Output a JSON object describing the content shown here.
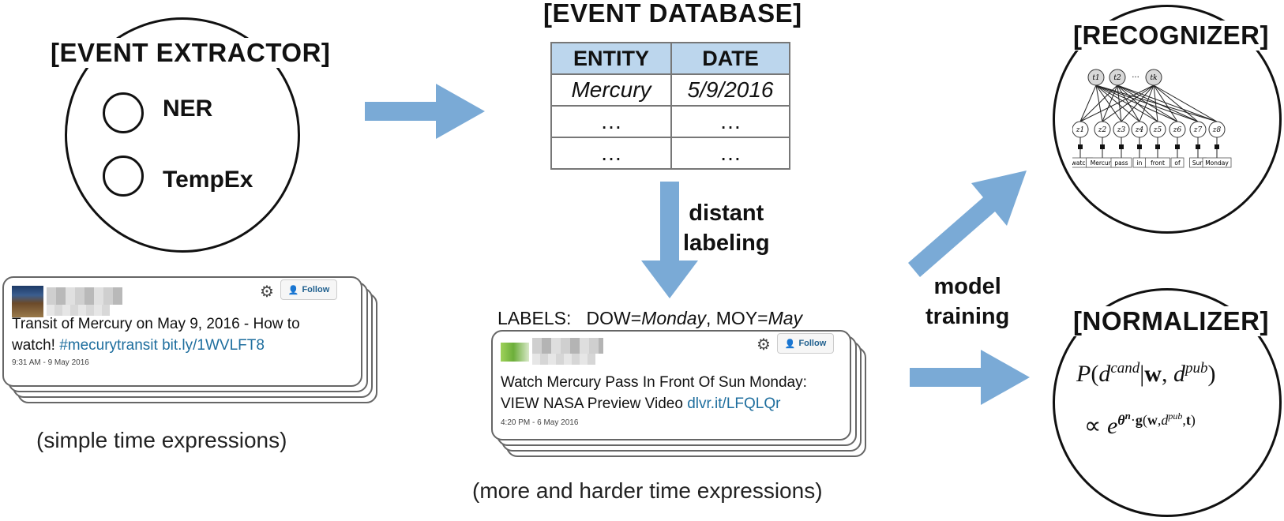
{
  "extractor": {
    "title": "[EVENT EXTRACTOR]",
    "items": [
      "NER",
      "TempEx"
    ]
  },
  "database": {
    "title": "[EVENT DATABASE]",
    "headers": [
      "ENTITY",
      "DATE"
    ],
    "rows": [
      [
        "Mercury",
        "5/9/2016"
      ],
      [
        "…",
        "…"
      ],
      [
        "…",
        "…"
      ]
    ]
  },
  "flow": {
    "distant_labeling": [
      "distant",
      "labeling"
    ],
    "model_training": [
      "model",
      "training"
    ]
  },
  "tweet1": {
    "follow": "Follow",
    "text_line1": "Transit of Mercury on May 9, 2016 - How to",
    "text_line2_plain": "watch! ",
    "text_line2_links": "#mecurytransit bit.ly/1WVLFT8",
    "time": "9:31 AM - 9 May 2016",
    "caption": "(simple time expressions)"
  },
  "tweet2": {
    "labels_prefix": "LABELS:   DOW=",
    "labels_dow": "Monday",
    "labels_mid": ", MOY=",
    "labels_moy": "May",
    "follow": "Follow",
    "text_line1": "Watch Mercury Pass In Front Of Sun Monday:",
    "text_line2_plain": "VIEW NASA Preview Video ",
    "text_line2_link": "dlvr.it/LFQLQr",
    "time": "4:20 PM - 6 May 2016",
    "caption": "(more and harder time expressions)"
  },
  "recognizer": {
    "title": "[RECOGNIZER]",
    "t_nodes": [
      "t1",
      "t2",
      "tk"
    ],
    "ellipsis": "···",
    "z_nodes": [
      "z1",
      "z2",
      "z3",
      "z4",
      "z5",
      "z6",
      "z7",
      "z8"
    ],
    "words": [
      "watch",
      "Mercury",
      "pass",
      "in",
      "front",
      "of",
      "Sun",
      "Monday"
    ]
  },
  "normalizer": {
    "title": "[NORMALIZER]",
    "formula_line1": "P(d^cand | w, d^pub)",
    "formula_line2": "∝ e^(θ^n · g(w, d^pub, t))"
  },
  "colors": {
    "arrow": "#7aaad6",
    "header_fill": "#bcd6ed",
    "link": "#1e6e9e"
  }
}
